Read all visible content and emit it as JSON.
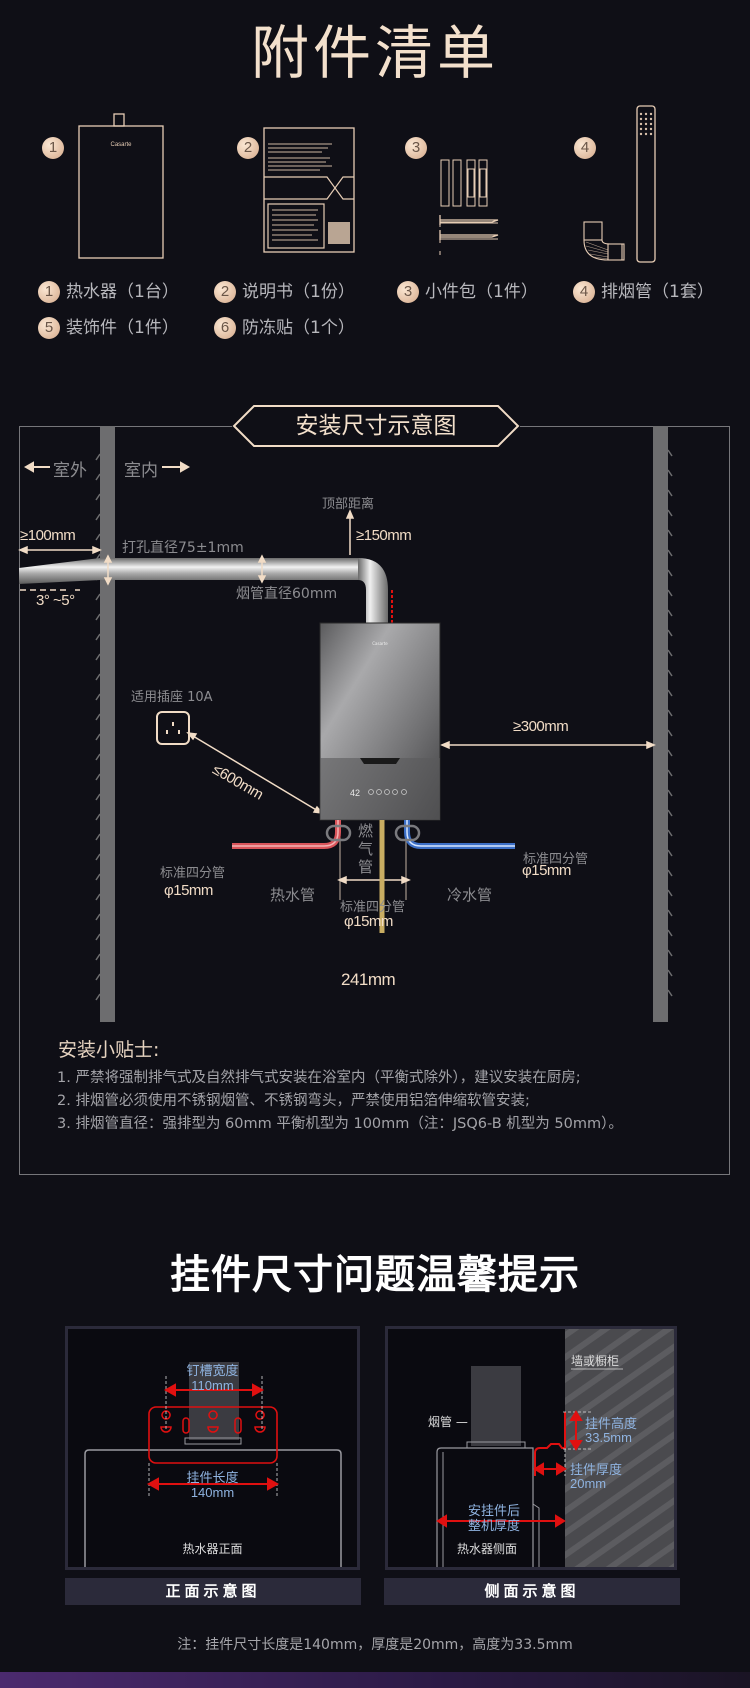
{
  "accessories": {
    "title": "附件清单",
    "brand_mark": "Casarte",
    "items": [
      {
        "num": "1",
        "label": "热水器（1台）",
        "icon": "water-heater-icon"
      },
      {
        "num": "2",
        "label": "说明书（1份）",
        "icon": "manual-icon"
      },
      {
        "num": "3",
        "label": "小件包（1件）",
        "icon": "small-parts-icon"
      },
      {
        "num": "4",
        "label": "排烟管（1套）",
        "icon": "exhaust-pipe-icon"
      },
      {
        "num": "5",
        "label": "装饰件（1件）"
      },
      {
        "num": "6",
        "label": "防冻贴（1个）"
      }
    ]
  },
  "install": {
    "title": "安装尺寸示意图",
    "outdoor": "室外",
    "indoor": "室内",
    "top_distance_label": "顶部距离",
    "top_distance": "≥150mm",
    "outside_distance": "≥100mm",
    "hole_diameter": "打孔直径75±1mm",
    "slope": "3° ~5°",
    "flue_diameter": "烟管直径60mm",
    "socket_label": "适用插座 10A",
    "socket_distance": "≤600mm",
    "side_distance": "≥300mm",
    "gas_pipe": "燃气管",
    "hot_pipe": "热水管",
    "cold_pipe": "冷水管",
    "pipe_std": "标准四分管",
    "pipe_size": "φ15mm",
    "width": "241mm",
    "heater_display": "42",
    "tips_title": "安装小贴士:",
    "tips": [
      "1. 严禁将强制排气式及自然排气式安装在浴室内（平衡式除外），建议安装在厨房;",
      "2. 排烟管必须使用不锈钢烟管、不锈钢弯头，严禁使用铝箔伸缩软管安装;",
      "3. 排烟管直径：强排型为 60mm 平衡机型为 100mm（注：JSQ6-B 机型为 50mm）。"
    ]
  },
  "bracket": {
    "title": "挂件尺寸问题温馨提示",
    "front": {
      "slot_width_label": "钉槽宽度",
      "slot_width": "110mm",
      "length_label": "挂件长度",
      "length": "140mm",
      "heater_label": "热水器正面",
      "caption": "正面示意图"
    },
    "side": {
      "wall_label": "墙或橱柜",
      "flue_label": "烟管 —",
      "height_label": "挂件高度",
      "height": "33.5mm",
      "thickness_label": "挂件厚度",
      "thickness": "20mm",
      "total_label_1": "安挂件后",
      "total_label_2": "整机厚度",
      "heater_label": "热水器侧面",
      "caption": "侧面示意图"
    },
    "note": "注：挂件尺寸长度是140mm，厚度是20mm，高度为33.5mm"
  },
  "colors": {
    "background": "#0f0f16",
    "gold": "#f1dcc6",
    "red": "#e01010",
    "hot": "#d9545a",
    "cold": "#4a7fd0",
    "gas": "#c9ad62"
  }
}
